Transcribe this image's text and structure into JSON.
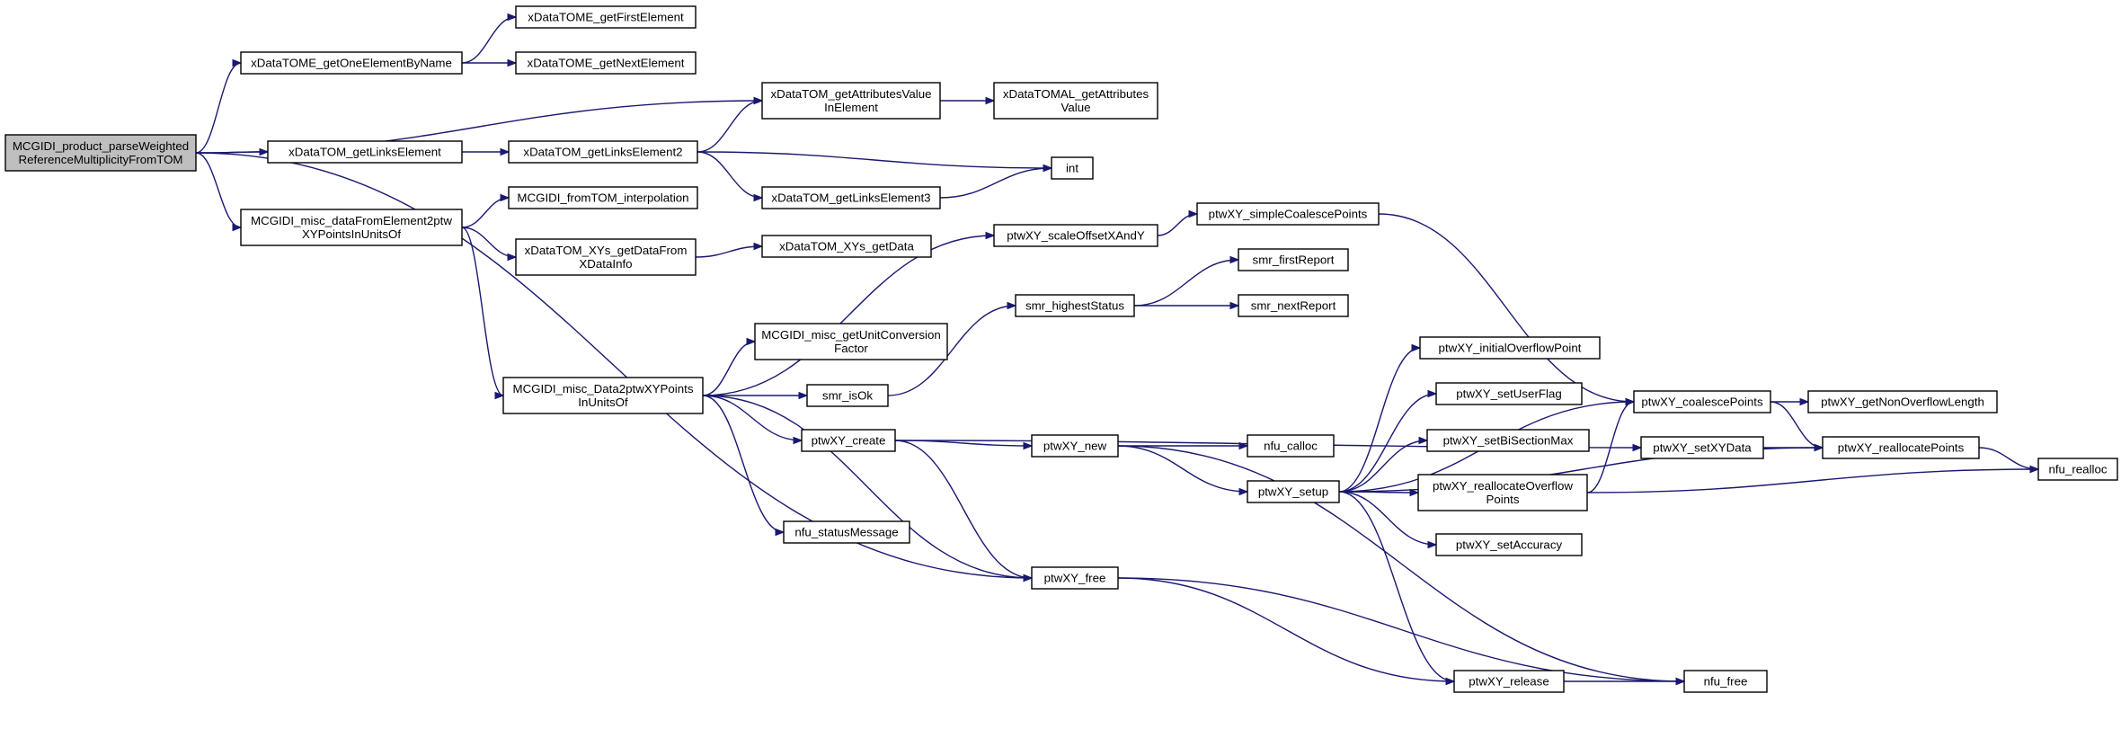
{
  "graph": {
    "direction": "left-to-right",
    "colors": {
      "root_fill": "#bfbfbf",
      "node_fill": "#ffffff",
      "node_border": "#000000",
      "edge": "#191970",
      "text": "#000000"
    },
    "nodes": [
      {
        "id": "root",
        "lines": [
          "MCGIDI_product_parseWeighted",
          "ReferenceMultiplicityFromTOM"
        ],
        "root": true
      },
      {
        "id": "getOneElementByName",
        "lines": [
          "xDataTOME_getOneElementByName"
        ]
      },
      {
        "id": "getFirstElement",
        "lines": [
          "xDataTOME_getFirstElement"
        ]
      },
      {
        "id": "getNextElement",
        "lines": [
          "xDataTOME_getNextElement"
        ]
      },
      {
        "id": "getAttributesValueInElement",
        "lines": [
          "xDataTOM_getAttributesValue",
          "InElement"
        ]
      },
      {
        "id": "toMAL_getAttributesValue",
        "lines": [
          "xDataTOMAL_getAttributes",
          "Value"
        ]
      },
      {
        "id": "getLinksElement",
        "lines": [
          "xDataTOM_getLinksElement"
        ]
      },
      {
        "id": "getLinksElement2",
        "lines": [
          "xDataTOM_getLinksElement2"
        ]
      },
      {
        "id": "int",
        "lines": [
          "int"
        ]
      },
      {
        "id": "getLinksElement3",
        "lines": [
          "xDataTOM_getLinksElement3"
        ]
      },
      {
        "id": "dataFromElement2",
        "lines": [
          "MCGIDI_misc_dataFromElement2ptw",
          "XYPointsInUnitsOf"
        ]
      },
      {
        "id": "fromTOM_interpolation",
        "lines": [
          "MCGIDI_fromTOM_interpolation"
        ]
      },
      {
        "id": "XYs_getDataFromXDataInfo",
        "lines": [
          "xDataTOM_XYs_getDataFrom",
          "XDataInfo"
        ]
      },
      {
        "id": "XYs_getData",
        "lines": [
          "xDataTOM_XYs_getData"
        ]
      },
      {
        "id": "Data2ptwXYPoints",
        "lines": [
          "MCGIDI_misc_Data2ptwXYPoints",
          "InUnitsOf"
        ]
      },
      {
        "id": "getUnitConversionFactor",
        "lines": [
          "MCGIDI_misc_getUnitConversion",
          "Factor"
        ]
      },
      {
        "id": "scaleOffsetXAndY",
        "lines": [
          "ptwXY_scaleOffsetXAndY"
        ]
      },
      {
        "id": "simpleCoalescePoints",
        "lines": [
          "ptwXY_simpleCoalescePoints"
        ]
      },
      {
        "id": "smr_highestStatus",
        "lines": [
          "smr_highestStatus"
        ]
      },
      {
        "id": "smr_firstReport",
        "lines": [
          "smr_firstReport"
        ]
      },
      {
        "id": "smr_nextReport",
        "lines": [
          "smr_nextReport"
        ]
      },
      {
        "id": "smr_isOk",
        "lines": [
          "smr_isOk"
        ]
      },
      {
        "id": "ptwXY_create",
        "lines": [
          "ptwXY_create"
        ]
      },
      {
        "id": "ptwXY_new",
        "lines": [
          "ptwXY_new"
        ]
      },
      {
        "id": "nfu_calloc",
        "lines": [
          "nfu_calloc"
        ]
      },
      {
        "id": "ptwXY_setup",
        "lines": [
          "ptwXY_setup"
        ]
      },
      {
        "id": "initialOverflowPoint",
        "lines": [
          "ptwXY_initialOverflowPoint"
        ]
      },
      {
        "id": "setUserFlag",
        "lines": [
          "ptwXY_setUserFlag"
        ]
      },
      {
        "id": "setBiSectionMax",
        "lines": [
          "ptwXY_setBiSectionMax"
        ]
      },
      {
        "id": "reallocateOverflowPoints",
        "lines": [
          "ptwXY_reallocateOverflow",
          "Points"
        ]
      },
      {
        "id": "setAccuracy",
        "lines": [
          "ptwXY_setAccuracy"
        ]
      },
      {
        "id": "nfu_statusMessage",
        "lines": [
          "nfu_statusMessage"
        ]
      },
      {
        "id": "ptwXY_free",
        "lines": [
          "ptwXY_free"
        ]
      },
      {
        "id": "ptwXY_release",
        "lines": [
          "ptwXY_release"
        ]
      },
      {
        "id": "nfu_free",
        "lines": [
          "nfu_free"
        ]
      },
      {
        "id": "coalescePoints",
        "lines": [
          "ptwXY_coalescePoints"
        ]
      },
      {
        "id": "setXYData",
        "lines": [
          "ptwXY_setXYData"
        ]
      },
      {
        "id": "getNonOverflowLength",
        "lines": [
          "ptwXY_getNonOverflowLength"
        ]
      },
      {
        "id": "reallocatePoints",
        "lines": [
          "ptwXY_reallocatePoints"
        ]
      },
      {
        "id": "nfu_realloc",
        "lines": [
          "nfu_realloc"
        ]
      }
    ],
    "edges": [
      [
        "root",
        "getOneElementByName"
      ],
      [
        "root",
        "getAttributesValueInElement"
      ],
      [
        "root",
        "getLinksElement"
      ],
      [
        "root",
        "dataFromElement2"
      ],
      [
        "root",
        "ptwXY_free"
      ],
      [
        "getOneElementByName",
        "getFirstElement"
      ],
      [
        "getOneElementByName",
        "getNextElement"
      ],
      [
        "getAttributesValueInElement",
        "toMAL_getAttributesValue"
      ],
      [
        "getLinksElement",
        "getLinksElement2"
      ],
      [
        "getLinksElement2",
        "getAttributesValueInElement"
      ],
      [
        "getLinksElement2",
        "int"
      ],
      [
        "getLinksElement2",
        "getLinksElement3"
      ],
      [
        "getLinksElement3",
        "int"
      ],
      [
        "dataFromElement2",
        "fromTOM_interpolation"
      ],
      [
        "dataFromElement2",
        "XYs_getDataFromXDataInfo"
      ],
      [
        "dataFromElement2",
        "Data2ptwXYPoints"
      ],
      [
        "XYs_getDataFromXDataInfo",
        "XYs_getData"
      ],
      [
        "Data2ptwXYPoints",
        "scaleOffsetXAndY"
      ],
      [
        "Data2ptwXYPoints",
        "getUnitConversionFactor"
      ],
      [
        "Data2ptwXYPoints",
        "smr_isOk"
      ],
      [
        "Data2ptwXYPoints",
        "ptwXY_create"
      ],
      [
        "Data2ptwXYPoints",
        "nfu_statusMessage"
      ],
      [
        "Data2ptwXYPoints",
        "ptwXY_free"
      ],
      [
        "scaleOffsetXAndY",
        "simpleCoalescePoints"
      ],
      [
        "simpleCoalescePoints",
        "coalescePoints"
      ],
      [
        "smr_isOk",
        "smr_highestStatus"
      ],
      [
        "smr_highestStatus",
        "smr_firstReport"
      ],
      [
        "smr_highestStatus",
        "smr_nextReport"
      ],
      [
        "ptwXY_create",
        "setXYData"
      ],
      [
        "ptwXY_create",
        "ptwXY_new"
      ],
      [
        "ptwXY_create",
        "ptwXY_free"
      ],
      [
        "ptwXY_new",
        "nfu_calloc"
      ],
      [
        "ptwXY_new",
        "ptwXY_setup"
      ],
      [
        "ptwXY_new",
        "nfu_free"
      ],
      [
        "ptwXY_setup",
        "initialOverflowPoint"
      ],
      [
        "ptwXY_setup",
        "setUserFlag"
      ],
      [
        "ptwXY_setup",
        "setBiSectionMax"
      ],
      [
        "ptwXY_setup",
        "reallocateOverflowPoints"
      ],
      [
        "ptwXY_setup",
        "setAccuracy"
      ],
      [
        "ptwXY_setup",
        "coalescePoints"
      ],
      [
        "ptwXY_setup",
        "reallocatePoints"
      ],
      [
        "ptwXY_setup",
        "ptwXY_release"
      ],
      [
        "reallocateOverflowPoints",
        "coalescePoints"
      ],
      [
        "reallocateOverflowPoints",
        "nfu_realloc"
      ],
      [
        "ptwXY_free",
        "ptwXY_release"
      ],
      [
        "ptwXY_free",
        "nfu_free"
      ],
      [
        "ptwXY_release",
        "nfu_free"
      ],
      [
        "coalescePoints",
        "getNonOverflowLength"
      ],
      [
        "coalescePoints",
        "reallocatePoints"
      ],
      [
        "setXYData",
        "reallocatePoints"
      ],
      [
        "reallocatePoints",
        "nfu_realloc"
      ]
    ]
  }
}
